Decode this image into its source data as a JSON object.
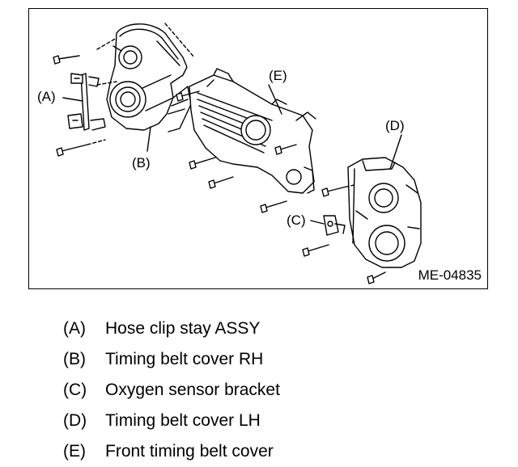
{
  "figure": {
    "id": "ME-04835",
    "callouts": {
      "A": "(A)",
      "B": "(B)",
      "C": "(C)",
      "D": "(D)",
      "E": "(E)"
    }
  },
  "legend": [
    {
      "key": "(A)",
      "text": "Hose clip stay ASSY"
    },
    {
      "key": "(B)",
      "text": "Timing belt cover RH"
    },
    {
      "key": "(C)",
      "text": "Oxygen sensor bracket"
    },
    {
      "key": "(D)",
      "text": "Timing belt cover LH"
    },
    {
      "key": "(E)",
      "text": "Front timing belt cover"
    }
  ]
}
